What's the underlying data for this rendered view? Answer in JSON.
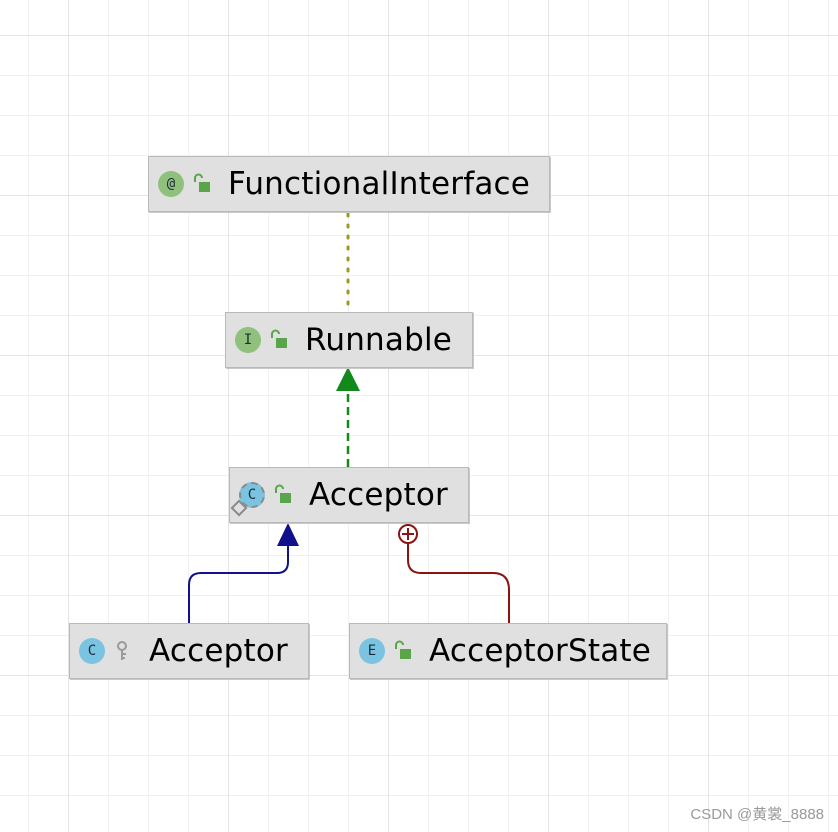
{
  "nodes": {
    "functional_interface": {
      "kind": "annotation",
      "badge": "@",
      "visibility": "public-unlock-icon",
      "name": "FunctionalInterface"
    },
    "runnable": {
      "kind": "interface",
      "badge": "I",
      "visibility": "public-unlock-icon",
      "name": "Runnable"
    },
    "acceptor_outer": {
      "kind": "abstract-class",
      "badge": "C",
      "visibility": "public-unlock-icon",
      "name": "Acceptor"
    },
    "acceptor_inner": {
      "kind": "class",
      "badge": "C",
      "visibility": "package-key-icon",
      "name": "Acceptor"
    },
    "acceptor_state": {
      "kind": "enum",
      "badge": "E",
      "visibility": "public-unlock-icon",
      "name": "AcceptorState"
    }
  },
  "edges": [
    {
      "from": "runnable",
      "to": "functional_interface",
      "type": "annotation",
      "style": "dotted",
      "color": "#9a9a1e"
    },
    {
      "from": "acceptor_outer",
      "to": "runnable",
      "type": "implements",
      "style": "dashed",
      "color": "#12891a"
    },
    {
      "from": "acceptor_inner",
      "to": "acceptor_outer",
      "type": "extends",
      "style": "solid",
      "color": "#11118e"
    },
    {
      "from": "acceptor_state",
      "to": "acceptor_outer",
      "type": "inner-class",
      "style": "solid",
      "color": "#8a1414"
    }
  ],
  "colors": {
    "node_fill": "#e0e0e0",
    "badge_green": "#8fc17c",
    "badge_blue": "#7ac4e2",
    "lock_green": "#5aa54a"
  },
  "watermark": "CSDN @黄裳_8888"
}
